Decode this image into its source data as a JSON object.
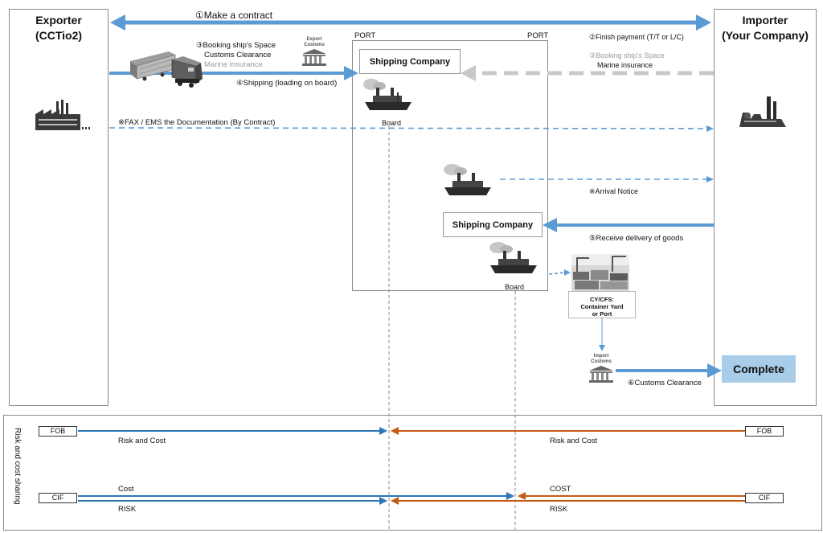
{
  "exporter": {
    "title_line1": "Exporter",
    "title_line2": "(CCTio2)"
  },
  "importer": {
    "title_line1": "Importer",
    "title_line2": "(Your Company)"
  },
  "steps": {
    "contract": "①Make a contract",
    "payment": "②Finish payment (T/T or L/C)",
    "booking_line1": "③Booking ship's Space",
    "booking_line2": "Customs Clearance",
    "booking_line3": "Marine insurance",
    "importer_booking_line1": "③Booking ship's Space",
    "importer_booking_line2": "Marine insurance",
    "shipping": "④Shipping (loading on board)",
    "documentation": "※FAX / EMS the Documentation (By Contract)",
    "arrival_notice": "※Arrival Notice",
    "receive_delivery": "⑤Receive delivery of goods",
    "customs_clearance": "⑥Customs Clearance"
  },
  "port": {
    "left_label": "PORT",
    "right_label": "PORT"
  },
  "shipping_company_1": "Shipping Company",
  "shipping_company_2": "Shipping Company",
  "board_1": "Board",
  "board_2": "Board",
  "export_customs": {
    "line1": "Export",
    "line2": "Customs"
  },
  "import_customs": {
    "line1": "Import",
    "line2": "Customs"
  },
  "cy_cfs": {
    "line1": "CY/CFS:",
    "line2": "Container Yard",
    "line3": "or Port"
  },
  "complete": "Complete",
  "risk_panel": {
    "side_label": "Risk and cost sharing",
    "fob_left": "FOB",
    "fob_right": "FOB",
    "fob_left_text": "Risk and Cost",
    "fob_right_text": "Risk and Cost",
    "cif_left": "CIF",
    "cif_right": "CIF",
    "cif_cost_left": "Cost",
    "cif_risk_left": "RISK",
    "cif_cost_right": "COST",
    "cif_risk_right": "RISK"
  },
  "colors": {
    "blue": "#5b9bd5",
    "gray_arrow": "#c8c8c8",
    "risk_blue": "#2e75b6",
    "risk_orange": "#c55a11"
  }
}
